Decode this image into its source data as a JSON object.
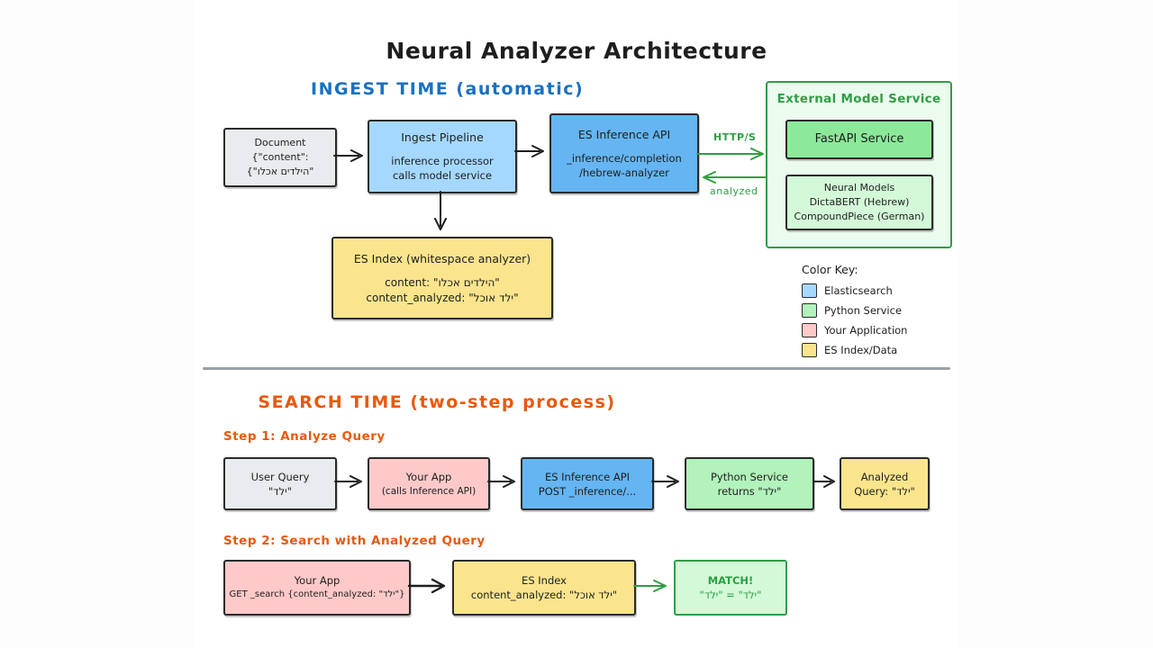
{
  "title": "Neural Analyzer Architecture",
  "colors": {
    "heading_blue": "#1971c2",
    "heading_orange": "#e8590c",
    "accent_green": "#2f9e44",
    "elasticsearch_blue_light": "#a5d8ff",
    "elasticsearch_blue_dark": "#64b5f2",
    "python_green": "#b2f2bb",
    "app_pink": "#ffc9c9",
    "index_yellow": "#fae58d"
  },
  "ingest": {
    "heading": "INGEST TIME (automatic)",
    "document_box": {
      "lines": [
        "Document",
        "{\"content\":",
        "\"הילדים אכלו\"}"
      ]
    },
    "pipeline_box": {
      "title": "Ingest Pipeline",
      "lines": [
        "inference processor",
        "calls model service"
      ]
    },
    "inference_box": {
      "title": "ES Inference API",
      "lines": [
        "_inference/completion",
        "/hebrew-analyzer"
      ]
    },
    "http_arrow_label": "HTTP/S",
    "analyzed_arrow_label": "analyzed",
    "external_service": {
      "title": "External Model Service",
      "fastapi_label": "FastAPI Service",
      "models_lines": [
        "Neural Models",
        "DictaBERT (Hebrew)",
        "CompoundPiece (German)"
      ]
    },
    "index_box": {
      "title": "ES Index (whitespace analyzer)",
      "lines": [
        "content: \"הילדים אכלו\"",
        "content_analyzed: \"ילד אוכל\""
      ]
    }
  },
  "color_key": {
    "title": "Color Key:",
    "entries": [
      {
        "label": "Elasticsearch",
        "color": "#a5d8ff"
      },
      {
        "label": "Python Service",
        "color": "#b2f2bb"
      },
      {
        "label": "Your Application",
        "color": "#ffc9c9"
      },
      {
        "label": "ES Index/Data",
        "color": "#fae58d"
      }
    ]
  },
  "search": {
    "heading": "SEARCH TIME (two-step process)",
    "step1_label": "Step 1: Analyze Query",
    "step1_boxes": [
      {
        "lines": [
          "User Query",
          "\"ילד\""
        ]
      },
      {
        "lines": [
          "Your App",
          "(calls Inference API)"
        ]
      },
      {
        "lines": [
          "ES Inference API",
          "POST _inference/..."
        ]
      },
      {
        "lines": [
          "Python Service",
          "returns \"ילד\""
        ]
      },
      {
        "lines": [
          "Analyzed",
          "Query: \"ילד\""
        ]
      }
    ],
    "step2_label": "Step 2: Search with Analyzed Query",
    "step2_boxes": [
      {
        "lines": [
          "Your App",
          "GET _search {content_analyzed: \"ילד\"}"
        ]
      },
      {
        "lines": [
          "ES Index",
          "content_analyzed: \"ילד אוכל\""
        ]
      },
      {
        "lines": [
          "MATCH!",
          "\"ילד\" = \"ילד\""
        ]
      }
    ]
  }
}
